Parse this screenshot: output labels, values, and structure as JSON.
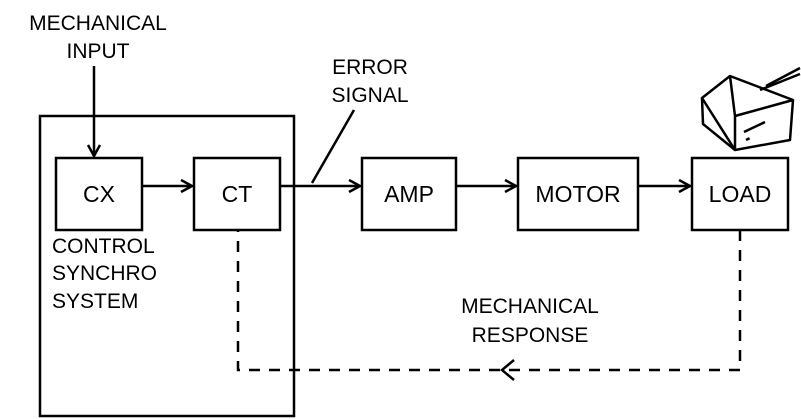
{
  "labels": {
    "mechanical_input_line1": "MECHANICAL",
    "mechanical_input_line2": "INPUT",
    "error_signal_line1": "ERROR",
    "error_signal_line2": "SIGNAL",
    "control_synchro_line1": "CONTROL",
    "control_synchro_line2": "SYNCHRO",
    "control_synchro_line3": "SYSTEM",
    "mechanical_response_line1": "MECHANICAL",
    "mechanical_response_line2": "RESPONSE"
  },
  "blocks": {
    "cx": "CX",
    "ct": "CT",
    "amp": "AMP",
    "motor": "MOTOR",
    "load": "LOAD"
  },
  "colors": {
    "ink": "#000000",
    "background": "#ffffff"
  }
}
